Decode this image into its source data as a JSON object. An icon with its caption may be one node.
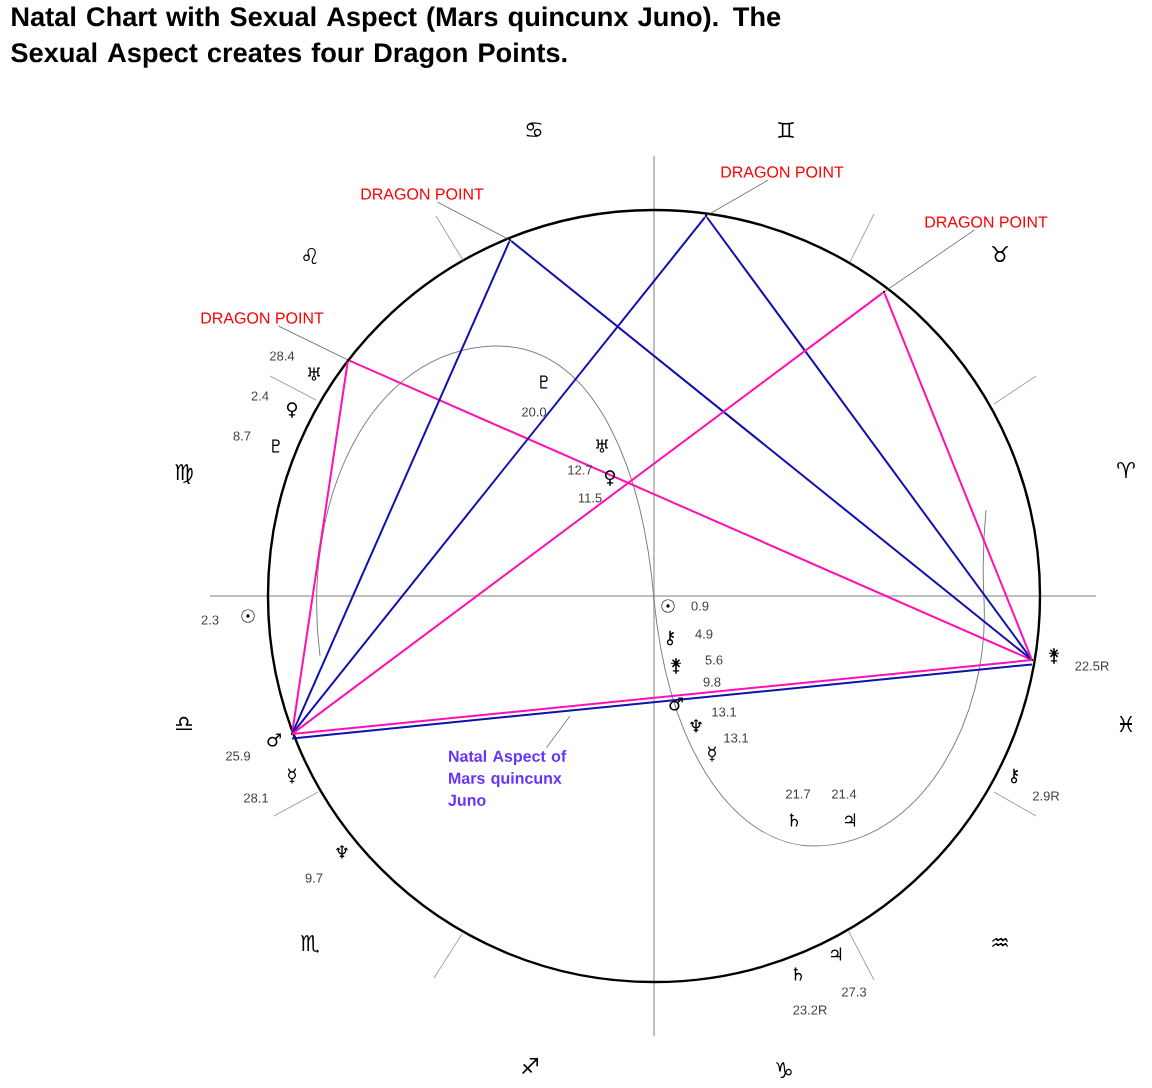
{
  "diagram": {
    "title": "Natal Chart with Sexual Aspect (Mars quincunx Juno). The Sexual Aspect creates four Dragon Points.",
    "nodes": [
      {
        "text": [
          "DRAGON POINT"
        ]
      },
      {
        "text": [
          "DRAGON POINT"
        ]
      },
      {
        "text": [
          "DRAGON POINT"
        ]
      },
      {
        "text": [
          "DRAGON POINT"
        ]
      },
      {
        "text": [],
        "shape": "point"
      },
      {
        "text": [],
        "shape": "point"
      },
      {
        "text": [],
        "shape": "point"
      },
      {
        "text": [],
        "shape": "point"
      },
      {
        "text": [],
        "shape": "point"
      },
      {
        "text": [],
        "shape": "point"
      },
      {
        "text": [
          "Natal Aspect of Mars quincunx Juno"
        ]
      }
    ],
    "edges": [
      {
        "from": 0,
        "to": 4,
        "arrow": "none",
        "color": "#505050"
      },
      {
        "from": 1,
        "to": 5,
        "arrow": "none",
        "color": "#505050"
      },
      {
        "from": 2,
        "to": 6,
        "arrow": "none",
        "color": "#505050"
      },
      {
        "from": 3,
        "to": 7,
        "arrow": "none",
        "color": "#505050"
      },
      {
        "from": 8,
        "to": 4,
        "arrow": "none",
        "color": "#ff10b0"
      },
      {
        "from": 4,
        "to": 9,
        "arrow": "none",
        "color": "#ff10b0"
      },
      {
        "from": 8,
        "to": 5,
        "arrow": "none",
        "color": "#1010b0"
      },
      {
        "from": 5,
        "to": 9,
        "arrow": "none",
        "color": "#1010b0"
      },
      {
        "from": 8,
        "to": 6,
        "arrow": "none",
        "color": "#1010b0"
      },
      {
        "from": 6,
        "to": 9,
        "arrow": "none",
        "color": "#1010b0"
      },
      {
        "from": 8,
        "to": 7,
        "arrow": "none",
        "color": "#ff10b0"
      },
      {
        "from": 7,
        "to": 9,
        "arrow": "none",
        "color": "#ff10b0"
      },
      {
        "from": 8,
        "to": 9,
        "arrow": "none",
        "color": "#1010b0"
      },
      {
        "from": 8,
        "to": 9,
        "arrow": "none",
        "color": "#ff10b0"
      },
      {
        "from": 10,
        "to": null,
        "arrow": "none",
        "color": "#505050"
      }
    ],
    "labels": [
      "♋",
      "♊",
      "♌",
      "♉",
      "28.4",
      "♅",
      "♇",
      "2.4",
      "♀",
      "20.0",
      "8.7",
      "♇",
      "♅",
      "♍",
      "♈",
      "12.7",
      "♀",
      "11.5",
      "☉",
      "2.3",
      "☉",
      "0.9",
      "⚷",
      "4.9",
      "⚵",
      "5.6",
      "⚵",
      "22.5R",
      "9.8",
      "♂",
      "13.1",
      "♎",
      "♓",
      "♆",
      "13.1",
      "♂",
      "☿",
      "25.9",
      "⚷",
      "☿",
      "21.7",
      "21.4",
      "2.9R",
      "28.1",
      "♄",
      "♃",
      "♆",
      "9.7",
      "♏",
      "♒",
      "♃",
      "♄",
      "27.3",
      "23.2R",
      "♐",
      "♑"
    ]
  }
}
